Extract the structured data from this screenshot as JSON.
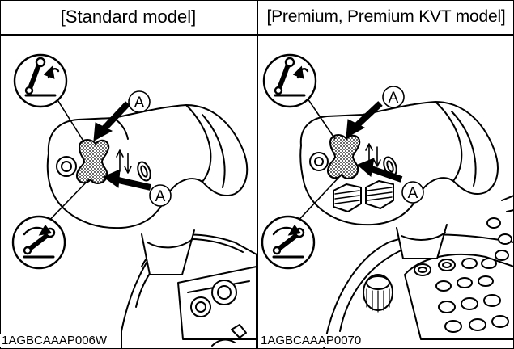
{
  "panels": [
    {
      "title": "[Standard model]",
      "code": "1AGBCAAAP006W",
      "callout": "A"
    },
    {
      "title": "[Premium, Premium KVT model]",
      "code": "1AGBCAAAP0070",
      "callout": "A"
    }
  ]
}
